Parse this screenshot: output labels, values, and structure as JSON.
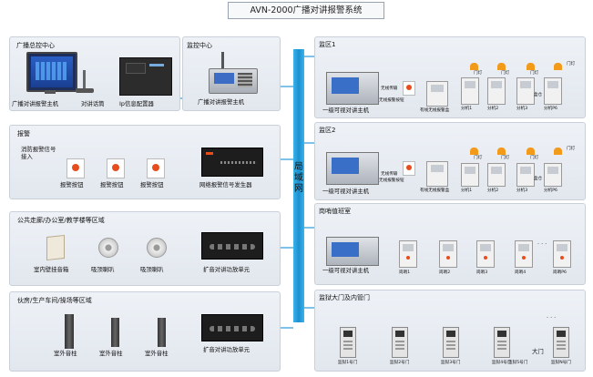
{
  "title": "AVN-2000广播对讲报警系统",
  "backbone_label": "局域网",
  "colors": {
    "lan": "#1b8fd0",
    "panel": "#e6ebf1",
    "alarm": "#e74c1c",
    "lamp": "#f29a1a"
  },
  "panels": {
    "broadcast_center": {
      "title": "广播总控中心",
      "labels": [
        "广播对讲报警主机",
        "对讲话筒",
        "Ip信息配置器"
      ]
    },
    "monitor_center": {
      "title": "监控中心",
      "labels": [
        "广播对讲报警主机"
      ]
    },
    "alarm": {
      "title": "报警",
      "fire_label": "消防报警信号接入",
      "labels": [
        "报警按钮",
        "报警按钮",
        "报警按钮",
        "网络报警信号发生器"
      ]
    },
    "office": {
      "title": "公共走廊/办公室/教学楼等区域",
      "labels": [
        "室内壁挂音箱",
        "吸顶喇叭",
        "吸顶喇叭",
        "扩音对讲功放单元"
      ]
    },
    "outdoor": {
      "title": "伙房/生产车间/操场等区域",
      "labels": [
        "室外音柱",
        "室外音柱",
        "室外音柱",
        "扩音对讲功放单元"
      ]
    },
    "zone1": {
      "title": "监区1",
      "main": "一级可视对讲主机",
      "wireless": "无线传输",
      "wireless_btn": "无线报警按钮",
      "wired": "有线无线报警盒",
      "ext": [
        "分机1",
        "分机2",
        "分机3",
        "盒仓",
        "分机P6"
      ],
      "lamp": "门灯"
    },
    "zone2": {
      "title": "监区2",
      "main": "一级可视对讲主机",
      "wireless": "无线传输",
      "wireless_btn": "无线报警按钮",
      "wired": "有线无线报警盒",
      "ext": [
        "分机1",
        "分机2",
        "分机3",
        "盒仓",
        "分机P6"
      ],
      "lamp": "门灯"
    },
    "guard": {
      "title": "岗哨值班室",
      "main": "一级可视对讲主机",
      "posts": [
        "岗哨1",
        "岗哨2",
        "岗哨3",
        "岗哨4",
        "岗哨P6"
      ],
      "dots": "·  ·  ·"
    },
    "gate": {
      "title": "监狱大门及内管门",
      "doors": [
        "监狱1号门",
        "监狱2号门",
        "监狱3号门",
        "监狱4号门",
        "监狱5号门",
        "监狱N号门"
      ],
      "main_gate": "大门",
      "dots": "·  ·  ·"
    }
  }
}
